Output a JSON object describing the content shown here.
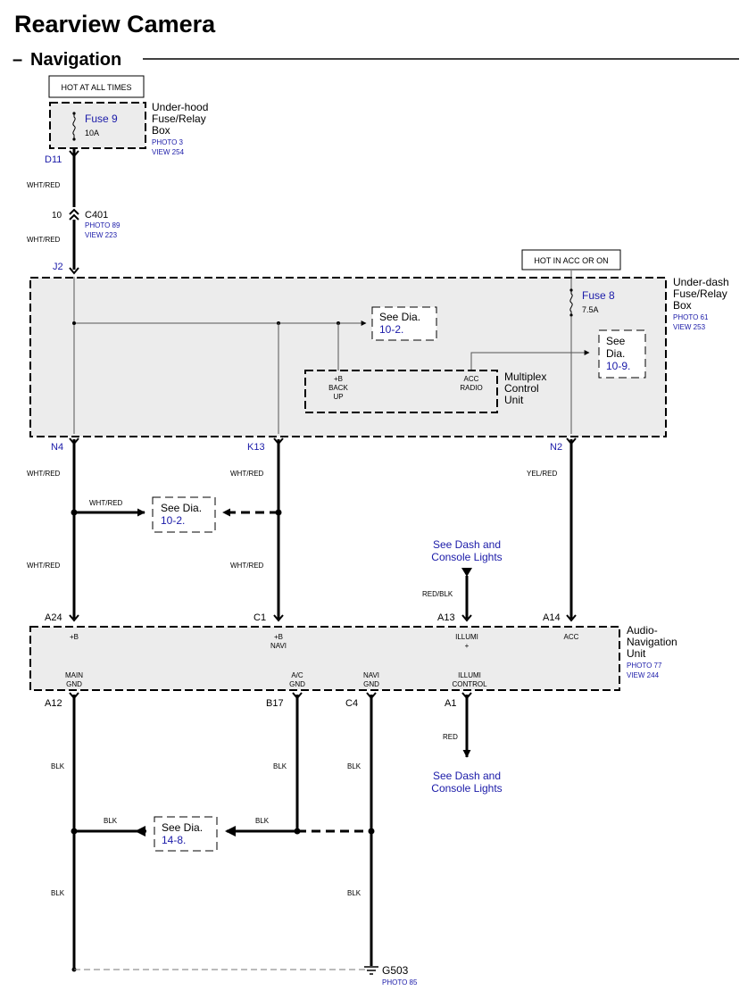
{
  "header": {
    "title": "Rearview Camera",
    "section_dash": "–",
    "section": "Navigation"
  },
  "see_dia": {
    "see": "See Dia.",
    "see_short": "See",
    "dia_short": "Dia."
  },
  "hot_all": "HOT AT ALL TIMES",
  "hot_acc": "HOT IN ACC OR ON",
  "underhood": {
    "fuse_name": "Fuse 9",
    "fuse_rating": "10A",
    "label": [
      "Under-hood",
      "Fuse/Relay",
      "Box"
    ],
    "photo": "PHOTO 3",
    "view": "VIEW 254"
  },
  "c401": {
    "pin": "10",
    "name": "C401",
    "photo": "PHOTO 89",
    "view": "VIEW 223"
  },
  "underdash": {
    "label": [
      "Under-dash",
      "Fuse/Relay",
      "Box"
    ],
    "photo": "PHOTO 61",
    "view": "VIEW 253",
    "fuse_name": "Fuse 8",
    "fuse_rating": "7.5A"
  },
  "mcu": {
    "label": [
      "Multiplex",
      "Control",
      "Unit"
    ],
    "pin_b": [
      "+B",
      "BACK",
      "UP"
    ],
    "pin_acc": [
      "ACC",
      "RADIO"
    ]
  },
  "ref": {
    "dia_10_2": "10-2.",
    "dia_10_9": "10-9.",
    "dia_14_8": "14-8."
  },
  "dash_lights": [
    "See Dash and",
    "Console Lights"
  ],
  "anu": {
    "label": [
      "Audio-",
      "Navigation",
      "Unit"
    ],
    "photo": "PHOTO 77",
    "view": "VIEW 244",
    "pins_top": [
      "+B",
      "+B",
      "NAVI",
      "ILLUMI",
      "+",
      "ACC"
    ],
    "pins_bottom": [
      "MAIN",
      "GND",
      "A/C",
      "GND",
      "NAVI",
      "GND",
      "ILLUMI",
      "CONTROL"
    ]
  },
  "terminals": {
    "d11": "D11",
    "j2": "J2",
    "n4": "N4",
    "k13": "K13",
    "n2": "N2",
    "a24": "A24",
    "c1": "C1",
    "a13": "A13",
    "a14": "A14",
    "a12": "A12",
    "b17": "B17",
    "c4": "C4",
    "a1": "A1"
  },
  "wires": {
    "wht_red": "WHT/RED",
    "yel_red": "YEL/RED",
    "red_blk": "RED/BLK",
    "red": "RED",
    "blk": "BLK"
  },
  "ground": {
    "name": "G503",
    "photo": "PHOTO 85"
  },
  "colors": {
    "wire": "#000000",
    "ref_text": "#1a1aa8",
    "box_fill": "#ececec"
  }
}
